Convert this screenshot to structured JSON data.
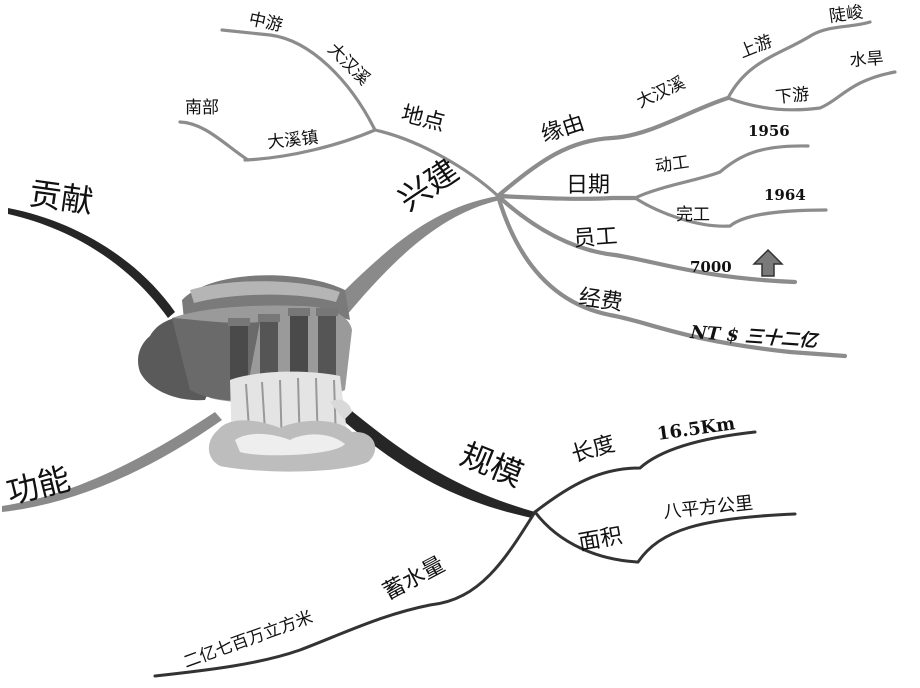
{
  "center": {
    "name": "dam-illustration"
  },
  "main_branches": {
    "xingjian": "兴建",
    "gongxian": "贡献",
    "gongneng": "功能",
    "guimo": "规模"
  },
  "xingjian": {
    "didian": "地点",
    "zhongyou": "中游",
    "dahanxi_1": "大汉溪",
    "nanbu": "南部",
    "daxizhen": "大溪镇",
    "yuanyou": "缘由",
    "dahanxi_2": "大汉溪",
    "shangyou": "上游",
    "doujun": "陡峻",
    "xiayou": "下游",
    "shuihan": "水旱",
    "riqi": "日期",
    "donggong": "动工",
    "year_start": "1956",
    "wangong": "完工",
    "year_end": "1964",
    "yuangong": "员工",
    "staff_count": "7000",
    "jingfei": "经费",
    "budget": "NT $ 三十二亿"
  },
  "guimo": {
    "changdu": "长度",
    "length_value": "16.5Km",
    "mianji": "面积",
    "area_value": "八平方公里",
    "xushuiliang": "蓄水量",
    "capacity_value": "二亿七百万立方米"
  },
  "icons": {
    "arrow": "up-arrow-icon"
  }
}
